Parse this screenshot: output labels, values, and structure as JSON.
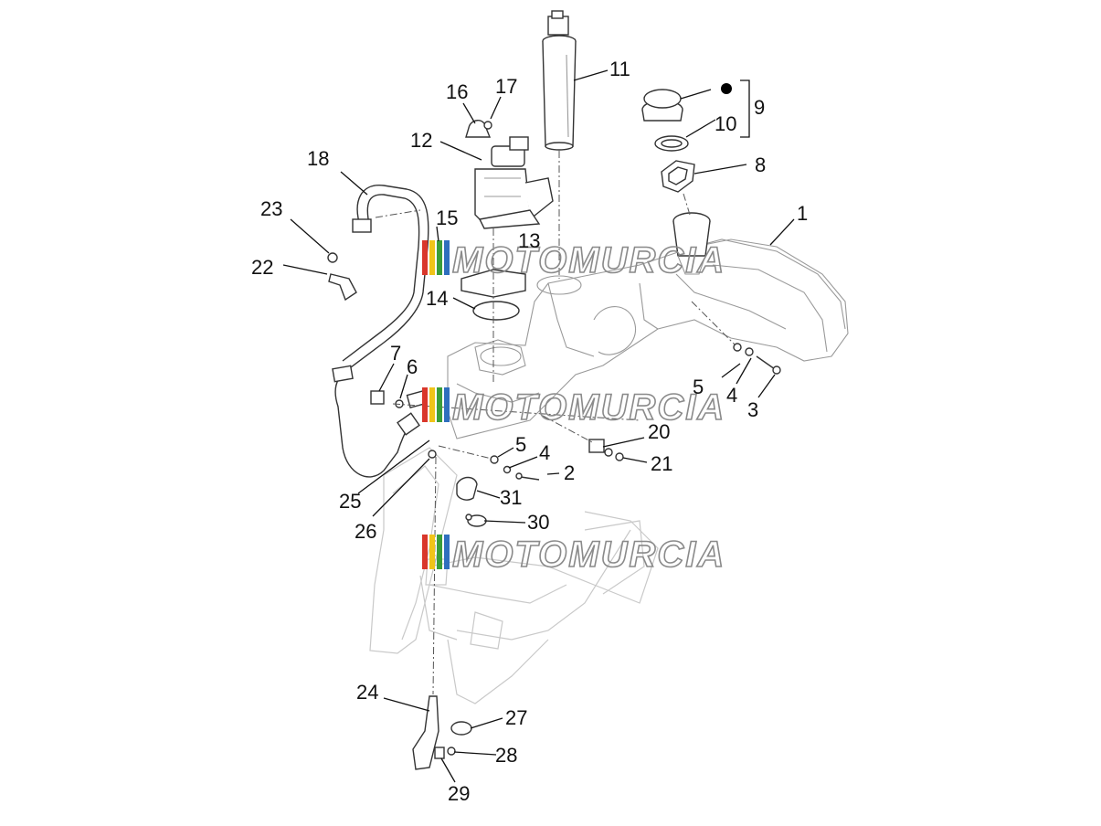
{
  "watermark": {
    "text": "MOTOMURCIA",
    "stripe_colors": [
      "#d9372b",
      "#f0c419",
      "#3a9d3a",
      "#2f6fbe"
    ]
  },
  "callouts": {
    "p1": "1",
    "p2": "2",
    "p3": "3",
    "p4a": "4",
    "p4b": "4",
    "p5a": "5",
    "p5b": "5",
    "p6": "6",
    "p7": "7",
    "p8": "8",
    "p9": "9",
    "p10": "10",
    "p11": "11",
    "p12": "12",
    "p13": "13",
    "p14": "14",
    "p15": "15",
    "p16": "16",
    "p17": "17",
    "p18": "18",
    "p20": "20",
    "p21": "21",
    "p22": "22",
    "p23": "23",
    "p24": "24",
    "p25": "25",
    "p26": "26",
    "p27": "27",
    "p28": "28",
    "p29": "29",
    "p30": "30",
    "p31": "31"
  }
}
